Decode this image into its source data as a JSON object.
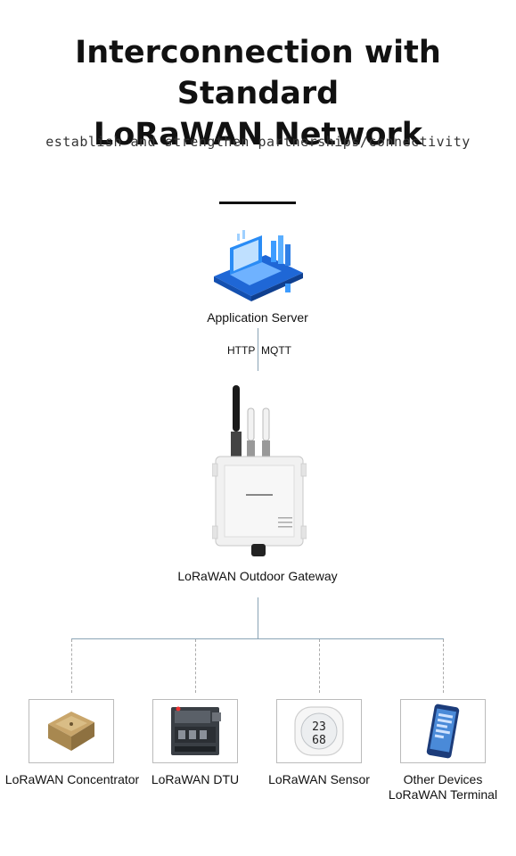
{
  "header": {
    "title_line1": "Interconnection with Standard",
    "title_line2": "LoRaWAN Network",
    "subtitle": "establish and strengthen partnerships/connectivity"
  },
  "server": {
    "label": "Application Server"
  },
  "protocols": {
    "left": "HTTP",
    "right": "MQTT"
  },
  "gateway": {
    "label": "LoRaWAN Outdoor Gateway"
  },
  "devices": [
    {
      "label": "LoRaWAN Concentrator",
      "icon": "concentrator-module-icon"
    },
    {
      "label": "LoRaWAN DTU",
      "icon": "dtu-device-icon"
    },
    {
      "label": "LoRaWAN Sensor",
      "icon": "temperature-humidity-sensor-icon"
    },
    {
      "label_line1": "Other Devices",
      "label_line2": "LoRaWAN Terminal",
      "icon": "smartphone-icon"
    }
  ],
  "sensor_display": {
    "temp": "23",
    "hum": "68"
  },
  "colors": {
    "connector": "#8aa4b6",
    "server_blue": "#2f7fe6",
    "card_border": "#bbbbbb"
  }
}
